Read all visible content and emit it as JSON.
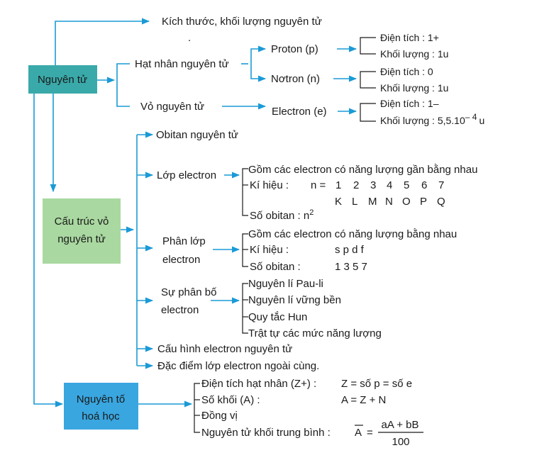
{
  "boxes": {
    "nguyen_tu": {
      "label": "Nguyên tử",
      "color": "#3aa9a9"
    },
    "cau_truc": {
      "line1": "Cấu trúc vỏ",
      "line2": "nguyên tử",
      "color": "#a9d8a0"
    },
    "nguyen_to": {
      "line1": "Nguyên tố",
      "line2": "hoá học",
      "color": "#39a6e0"
    }
  },
  "atom": {
    "size_mass": "Kích thước, khối lượng nguyên tử",
    "dot": ".",
    "nucleus": "Hạt nhân nguyên tử",
    "proton": "Proton (p)",
    "proton_charge": "Điện tích : 1+",
    "proton_mass": "Khối lượng : 1u",
    "neutron": "Nơtron (n)",
    "neutron_charge": "Điện tích : 0",
    "neutron_mass": "Khối lượng : 1u",
    "shell": "Vỏ nguyên tử",
    "electron": "Electron (e)",
    "electron_charge": "Điện tích : 1–",
    "electron_mass_prefix": "Khối lượng : 5,5.10",
    "electron_mass_exp": "– 4",
    "electron_mass_unit": "u"
  },
  "shell_structure": {
    "orbital": "Obitan nguyên tử",
    "layer": "Lớp electron",
    "layer_items": {
      "desc": "Gồm các electron có năng lượng gần bằng nhau",
      "symbol_label": "Kí hiệu :",
      "n_label": "n =",
      "n_values": [
        "1",
        "2",
        "3",
        "4",
        "5",
        "6",
        "7"
      ],
      "letters": [
        "K",
        "L",
        "M",
        "N",
        "O",
        "P",
        "Q"
      ],
      "orbitals_label": "Số obitan : n",
      "orbitals_exp": "2"
    },
    "sublayer_line1": "Phân lớp",
    "sublayer_line2": "electron",
    "sublayer_items": {
      "desc": "Gồm các electron có năng lượng bằng nhau",
      "symbol_label": "Kí hiệu :",
      "symbols": "s p d f",
      "orbitals_label": "Số obitan :",
      "orbitals": "1 3 5 7"
    },
    "distribution_line1": "Sự phân bố",
    "distribution_line2": "electron",
    "distribution_items": [
      "Nguyên lí Pau-li",
      "Nguyên lí vững bền",
      "Quy tắc Hun",
      "Trật tự các mức năng lượng"
    ],
    "configuration": "Cấu hình electron nguyên tử",
    "outer_layer": "Đặc điểm lớp electron ngoài cùng."
  },
  "element": {
    "nuclear_charge_label": "Điện tích hạt nhân (Z+) :",
    "nuclear_charge_formula": "Z = số p = số e",
    "mass_number_label": "Số khối (A) :",
    "mass_number_formula": "A = Z + N",
    "isotope": "Đồng vị",
    "avg_mass_label": "Nguyên tử khối trung bình :",
    "avg_symbol": "A",
    "equals": "=",
    "numerator": "aA + bB",
    "denominator": "100"
  }
}
